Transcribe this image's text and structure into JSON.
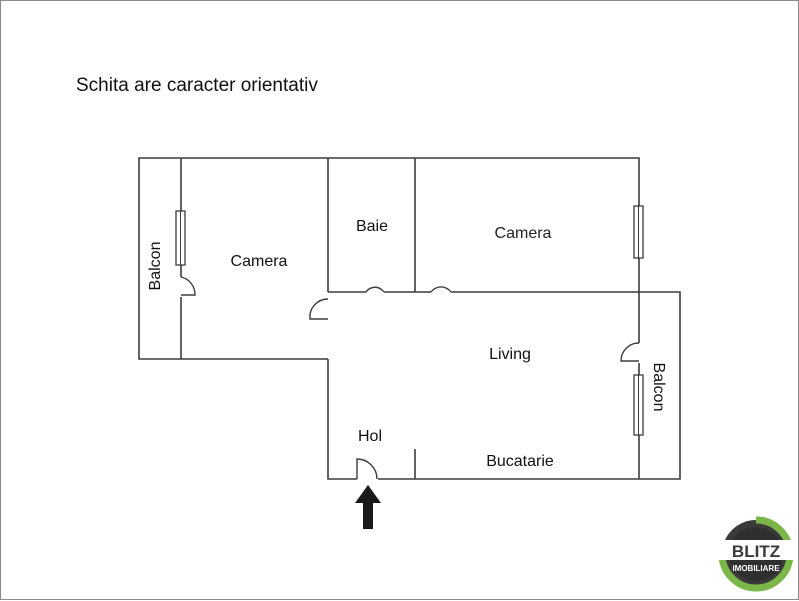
{
  "note": "Schita are caracter orientativ",
  "rooms": {
    "balcon_left": "Balcon",
    "camera_left": "Camera",
    "baie": "Baie",
    "camera_right": "Camera",
    "living": "Living",
    "balcon_right": "Balcon",
    "hol": "Hol",
    "bucatarie": "Bucatarie"
  },
  "logo": {
    "brand": "BLITZ",
    "sub": "IMOBILIARE",
    "ring_colors": [
      "#7ab648",
      "#3a3a3a"
    ]
  },
  "icons": {
    "entrance": "up-arrow-icon"
  }
}
